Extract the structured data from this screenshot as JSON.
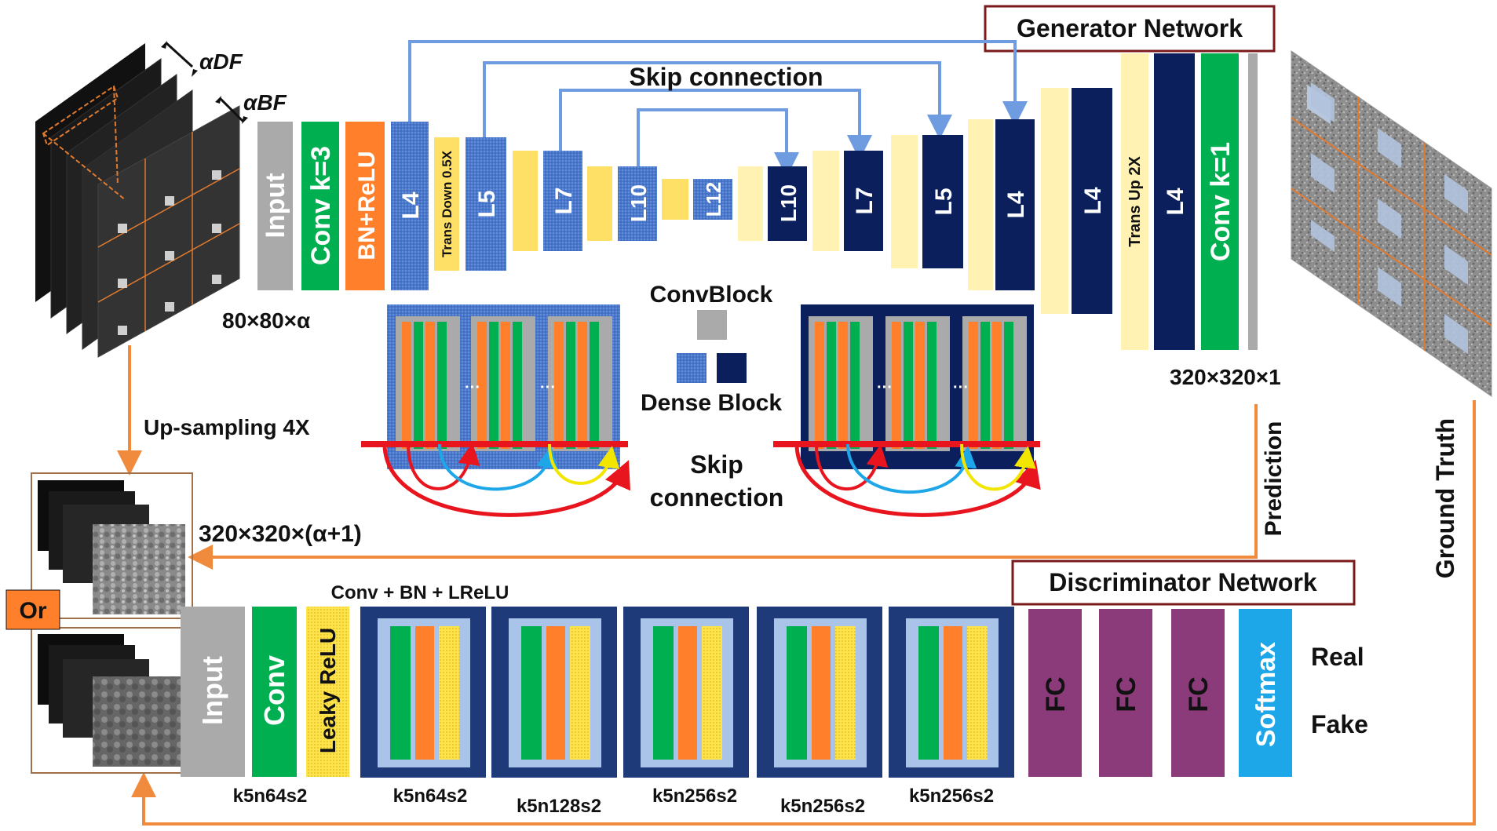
{
  "generator": {
    "title": "Generator Network",
    "skip_label": "Skip connection",
    "input_label": "Input",
    "conv_label": "Conv k=3",
    "bnrelu_label": "BN+ReLU",
    "trans_down_label": "Trans Down 0.5X",
    "trans_up_label": "Trans Up 2X",
    "conv1_label": "Conv k=1",
    "enc_layers": [
      "L4",
      "L5",
      "L7",
      "L10",
      "L12"
    ],
    "dec_layers": [
      "L10",
      "L7",
      "L5",
      "L4",
      "L4",
      "L4"
    ],
    "input_dims": "80×80×α",
    "alpha_df": "αDF",
    "alpha_bf": "αBF",
    "output_dims": "320×320×1"
  },
  "legend": {
    "convblock": "ConvBlock",
    "denseblock": "Dense Block",
    "skip_line1": "Skip",
    "skip_line2": "connection"
  },
  "flow": {
    "upsampling": "Up-sampling 4X",
    "disc_input_dims": "320×320×(α+1)",
    "or_label": "Or",
    "prediction": "Prediction",
    "ground_truth": "Ground Truth"
  },
  "discriminator": {
    "title": "Discriminator Network",
    "conv_bn_lrelu": "Conv + BN + LReLU",
    "input_label": "Input",
    "conv_label": "Conv",
    "leaky_label": "Leaky ReLU",
    "fc_labels": [
      "FC",
      "FC",
      "FC"
    ],
    "softmax_label": "Softmax",
    "block_labels": [
      "k5n64s2",
      "k5n64s2",
      "k5n128s2",
      "k5n256s2",
      "k5n256s2",
      "k5n256s2"
    ],
    "real": "Real",
    "fake": "Fake"
  },
  "colors": {
    "gray": "#aaaaaa",
    "green": "#00b050",
    "orange": "#ff7f2a",
    "light_blue": "#4472c4",
    "navy": "#0a1f5c",
    "yellow": "#ffe066",
    "pale_yellow": "#fff2b3",
    "purple": "#8b3a7a",
    "cyan": "#1ea7e8",
    "skip_blue": "#6f9be0",
    "flow_orange": "#f08a3c",
    "red": "#e8141e",
    "dark_red_border": "#7a1a1a"
  }
}
